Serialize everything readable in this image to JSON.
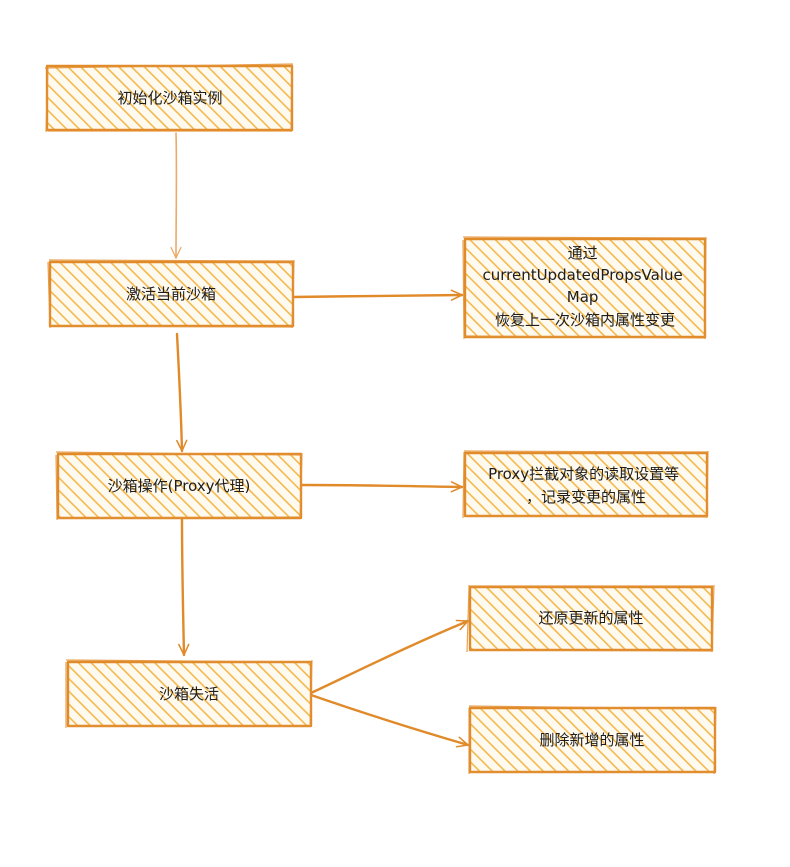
{
  "colors": {
    "stroke": "#e08a2a",
    "hatch": "#f3b94e",
    "text": "#1e1e1e",
    "background": "#ffffff"
  },
  "nodes": {
    "init": {
      "lines": [
        "初始化沙箱实例"
      ]
    },
    "activate": {
      "lines": [
        "激活当前沙箱"
      ]
    },
    "restore_props": {
      "lines": [
        "通过",
        "currentUpdatedPropsValue",
        "Map",
        "恢复上一次沙箱内属性变更"
      ]
    },
    "proxy_op": {
      "lines": [
        "沙箱操作(Proxy代理)"
      ]
    },
    "proxy_intercept": {
      "lines": [
        "Proxy拦截对象的读取设置等",
        "，记录变更的属性"
      ]
    },
    "deactivate": {
      "lines": [
        "沙箱失活"
      ]
    },
    "restore_updated": {
      "lines": [
        "还原更新的属性"
      ]
    },
    "delete_added": {
      "lines": [
        "删除新增的属性"
      ]
    }
  }
}
